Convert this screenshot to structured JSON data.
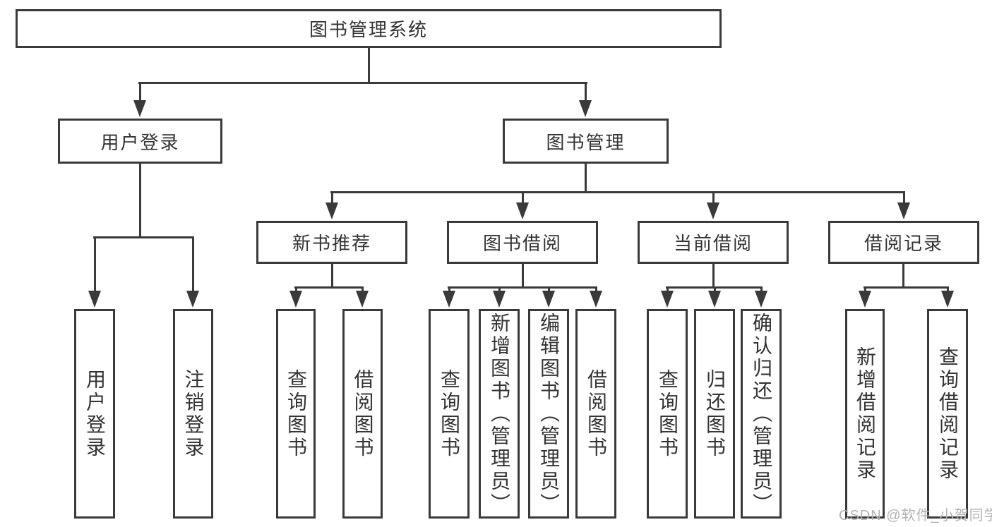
{
  "diagram": {
    "type": "hierarchy-tree",
    "root": {
      "label": "图书管理系统"
    },
    "level2": [
      {
        "label": "用户登录"
      },
      {
        "label": "图书管理"
      }
    ],
    "level3": [
      {
        "label": "新书推荐",
        "parent": "图书管理"
      },
      {
        "label": "图书借阅",
        "parent": "图书管理"
      },
      {
        "label": "当前借阅",
        "parent": "图书管理"
      },
      {
        "label": "借阅记录",
        "parent": "图书管理"
      }
    ],
    "leaves": [
      {
        "label": "用户登录",
        "parent": "用户登录"
      },
      {
        "label": "注销登录",
        "parent": "用户登录"
      },
      {
        "label": "查询图书",
        "parent": "新书推荐"
      },
      {
        "label": "借阅图书",
        "parent": "新书推荐"
      },
      {
        "label": "查询图书",
        "parent": "图书借阅"
      },
      {
        "label": "新增图书（管理员）",
        "parent": "图书借阅"
      },
      {
        "label": "编辑图书（管理员）",
        "parent": "图书借阅"
      },
      {
        "label": "借阅图书",
        "parent": "图书借阅"
      },
      {
        "label": "查询图书",
        "parent": "当前借阅"
      },
      {
        "label": "归还图书",
        "parent": "当前借阅"
      },
      {
        "label": "确认归还（管理员）",
        "parent": "当前借阅"
      },
      {
        "label": "新增借阅记录",
        "parent": "借阅记录"
      },
      {
        "label": "查询借阅记录",
        "parent": "借阅记录"
      }
    ],
    "watermark": "CSDN @软件_小贺同学",
    "colors": {
      "line": "#3a3a3a",
      "text": "#333333",
      "watermark": "#b2b2b2",
      "background": "#ffffff"
    }
  }
}
